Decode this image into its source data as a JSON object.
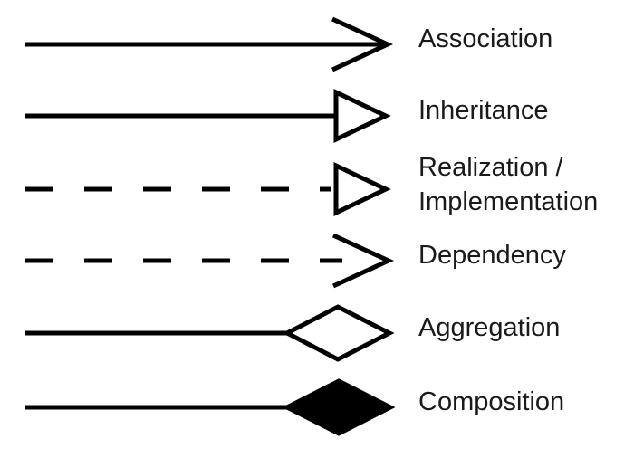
{
  "diagram": {
    "rows": [
      {
        "label": "Association",
        "line_style": "solid",
        "head": "open-arrow"
      },
      {
        "label": "Inheritance",
        "line_style": "solid",
        "head": "hollow-triangle"
      },
      {
        "label": "Realization /\nImplementation",
        "line_style": "dashed",
        "head": "hollow-triangle"
      },
      {
        "label": "Dependency",
        "line_style": "dashed",
        "head": "open-arrow"
      },
      {
        "label": "Aggregation",
        "line_style": "solid",
        "head": "hollow-diamond"
      },
      {
        "label": "Composition",
        "line_style": "solid",
        "head": "filled-diamond"
      }
    ],
    "colors": {
      "stroke": "#000000",
      "text": "#1a1a1a",
      "background": "#ffffff"
    }
  }
}
